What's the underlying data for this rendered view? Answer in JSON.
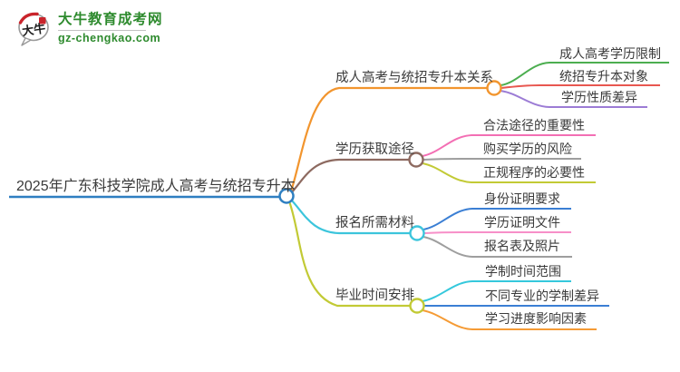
{
  "logo": {
    "icon": "daniu-speech-bubble-icon",
    "icon_text": "大牛",
    "title": "大牛教育成考网",
    "subtitle": "gz-chengkao.com",
    "brand_green": "#2d8a2d",
    "seal_red": "#c9242b"
  },
  "mindmap": {
    "root": {
      "label": "2025年广东科技学院成人高考与统招专升本",
      "color": "#2e7fc1"
    },
    "branches": [
      {
        "label": "成人高考与统招专升本关系",
        "color": "#f2952e",
        "children": [
          {
            "label": "成人高考学历限制",
            "color": "#4cae50"
          },
          {
            "label": "统招专升本对象",
            "color": "#e85750"
          },
          {
            "label": "学历性质差异",
            "color": "#9c7cd5"
          }
        ]
      },
      {
        "label": "学历获取途径",
        "color": "#8d6a60",
        "children": [
          {
            "label": "合法途径的重要性",
            "color": "#f36fb4"
          },
          {
            "label": "购买学历的风险",
            "color": "#9e9e9e"
          },
          {
            "label": "正规程序的必要性",
            "color": "#c2ca35"
          }
        ]
      },
      {
        "label": "报名所需材料",
        "color": "#3cc5dc",
        "children": [
          {
            "label": "身份证明要求",
            "color": "#3b7fd4"
          },
          {
            "label": "学历证明文件",
            "color": "#f78fc8"
          },
          {
            "label": "报名表及照片",
            "color": "#9e9e9e"
          }
        ]
      },
      {
        "label": "毕业时间安排",
        "color": "#c2ca35",
        "children": [
          {
            "label": "学制时间范围",
            "color": "#35c8dc"
          },
          {
            "label": "不同专业的学制差异",
            "color": "#3b7fd4"
          },
          {
            "label": "学习进度影响因素",
            "color": "#f59b35"
          }
        ]
      }
    ]
  }
}
